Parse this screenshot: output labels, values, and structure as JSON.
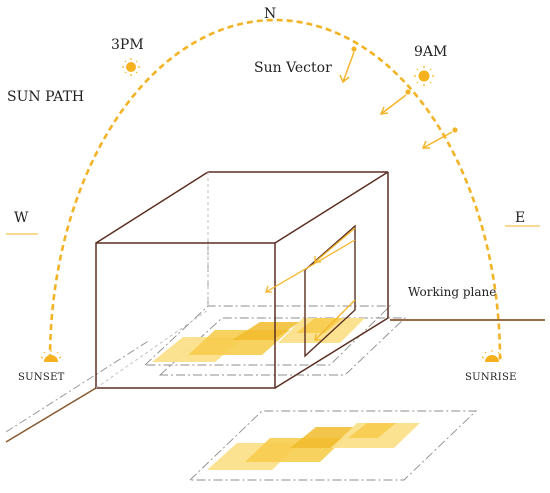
{
  "labels": {
    "north": "N",
    "west": "W",
    "east": "E",
    "time_3pm": "3PM",
    "time_9am": "9AM",
    "sun_path": "SUN PATH",
    "sun_vector": "Sun Vector",
    "working_plane": "Working plane",
    "sunset": "SUNSET",
    "sunrise": "SUNRISE"
  },
  "colors": {
    "sun": "#F5B21E",
    "sun_path": "#F2B326",
    "room_edge": "#5A2F22",
    "ground_line": "#8A5A2E",
    "patch_light": "#FBE08A",
    "patch_mid": "#F7CD4E",
    "patch_dark": "#F1BB2C",
    "dashdot": "#8C8C8C"
  }
}
